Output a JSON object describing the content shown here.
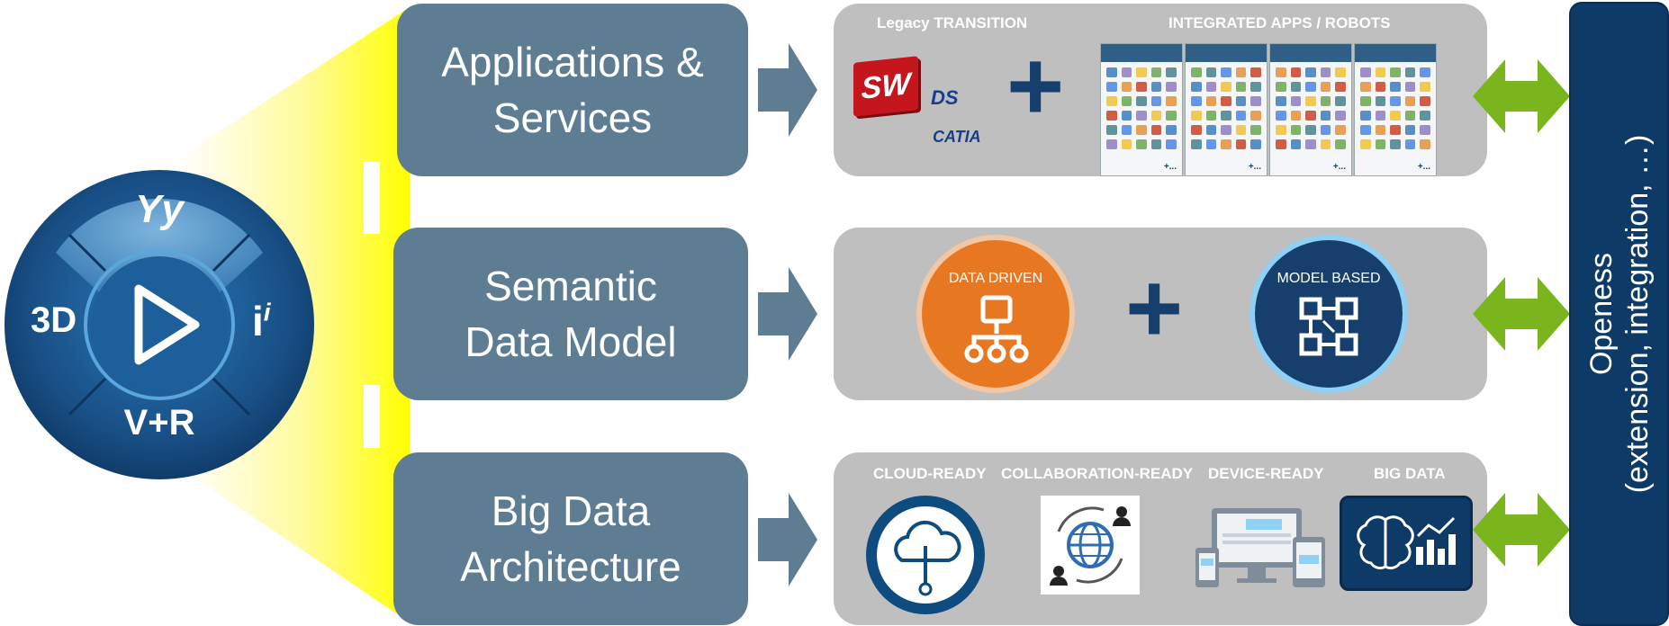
{
  "logo": {
    "labels": {
      "top": "Yy",
      "left": "3D",
      "right": "i",
      "right_sup": "i",
      "bottom": "V+R"
    }
  },
  "rows": [
    {
      "line1": "Applications &",
      "line2": "Services"
    },
    {
      "line1": "Semantic",
      "line2": "Data Model"
    },
    {
      "line1": "Big Data",
      "line2": "Architecture"
    }
  ],
  "panel1": {
    "legacy_prefix": "Legacy",
    "legacy_title": "TRANSITION",
    "integrated_title": "INTEGRATED APPS / ROBOTS",
    "sw_logo": "SW",
    "catia_logo": "CATIA",
    "ds_mark": "DS",
    "plus": "+",
    "screen_more": "+..."
  },
  "panel2": {
    "data_driven": "DATA DRIVEN",
    "model_based": "MODEL BASED",
    "plus": "+"
  },
  "panel3": {
    "items": [
      "CLOUD-READY",
      "COLLABORATION-READY",
      "DEVICE-READY",
      "BIG DATA"
    ]
  },
  "side": {
    "line1": "Openess",
    "line2": "(extension, integration, …)"
  },
  "colors": {
    "row_box": "#5e7d93",
    "panel": "#bfbfbf",
    "side_bar": "#0e3a67",
    "green_arrow": "#7ab51d",
    "highlight": "#ffff00",
    "orange": "#e87722",
    "navy": "#173f6e"
  }
}
